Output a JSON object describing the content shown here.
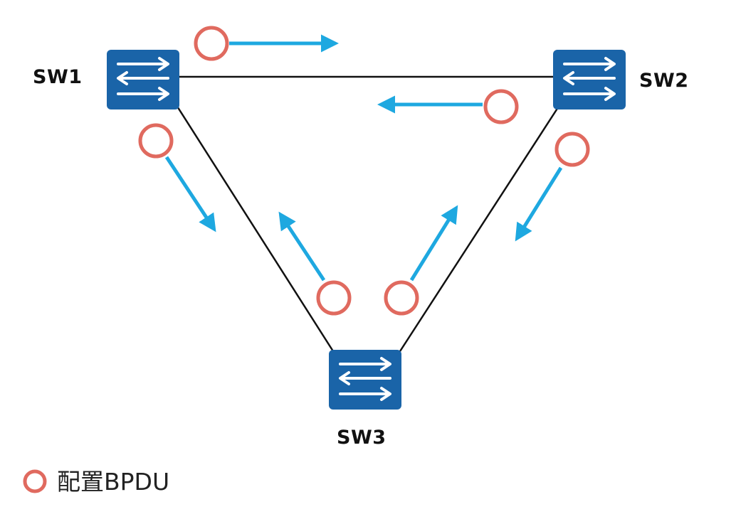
{
  "switches": [
    {
      "id": "sw1",
      "label": "SW1"
    },
    {
      "id": "sw2",
      "label": "SW2"
    },
    {
      "id": "sw3",
      "label": "SW3"
    }
  ],
  "legend": {
    "label": "配置BPDU"
  },
  "colors": {
    "switch_fill": "#1a64a8",
    "bpdu_stroke": "#e06a5f",
    "arrow": "#1ea8e0",
    "link": "#111111"
  },
  "icons": {
    "switch": "switch-icon",
    "bpdu": "bpdu-circle-icon",
    "direction": "arrow-icon"
  }
}
